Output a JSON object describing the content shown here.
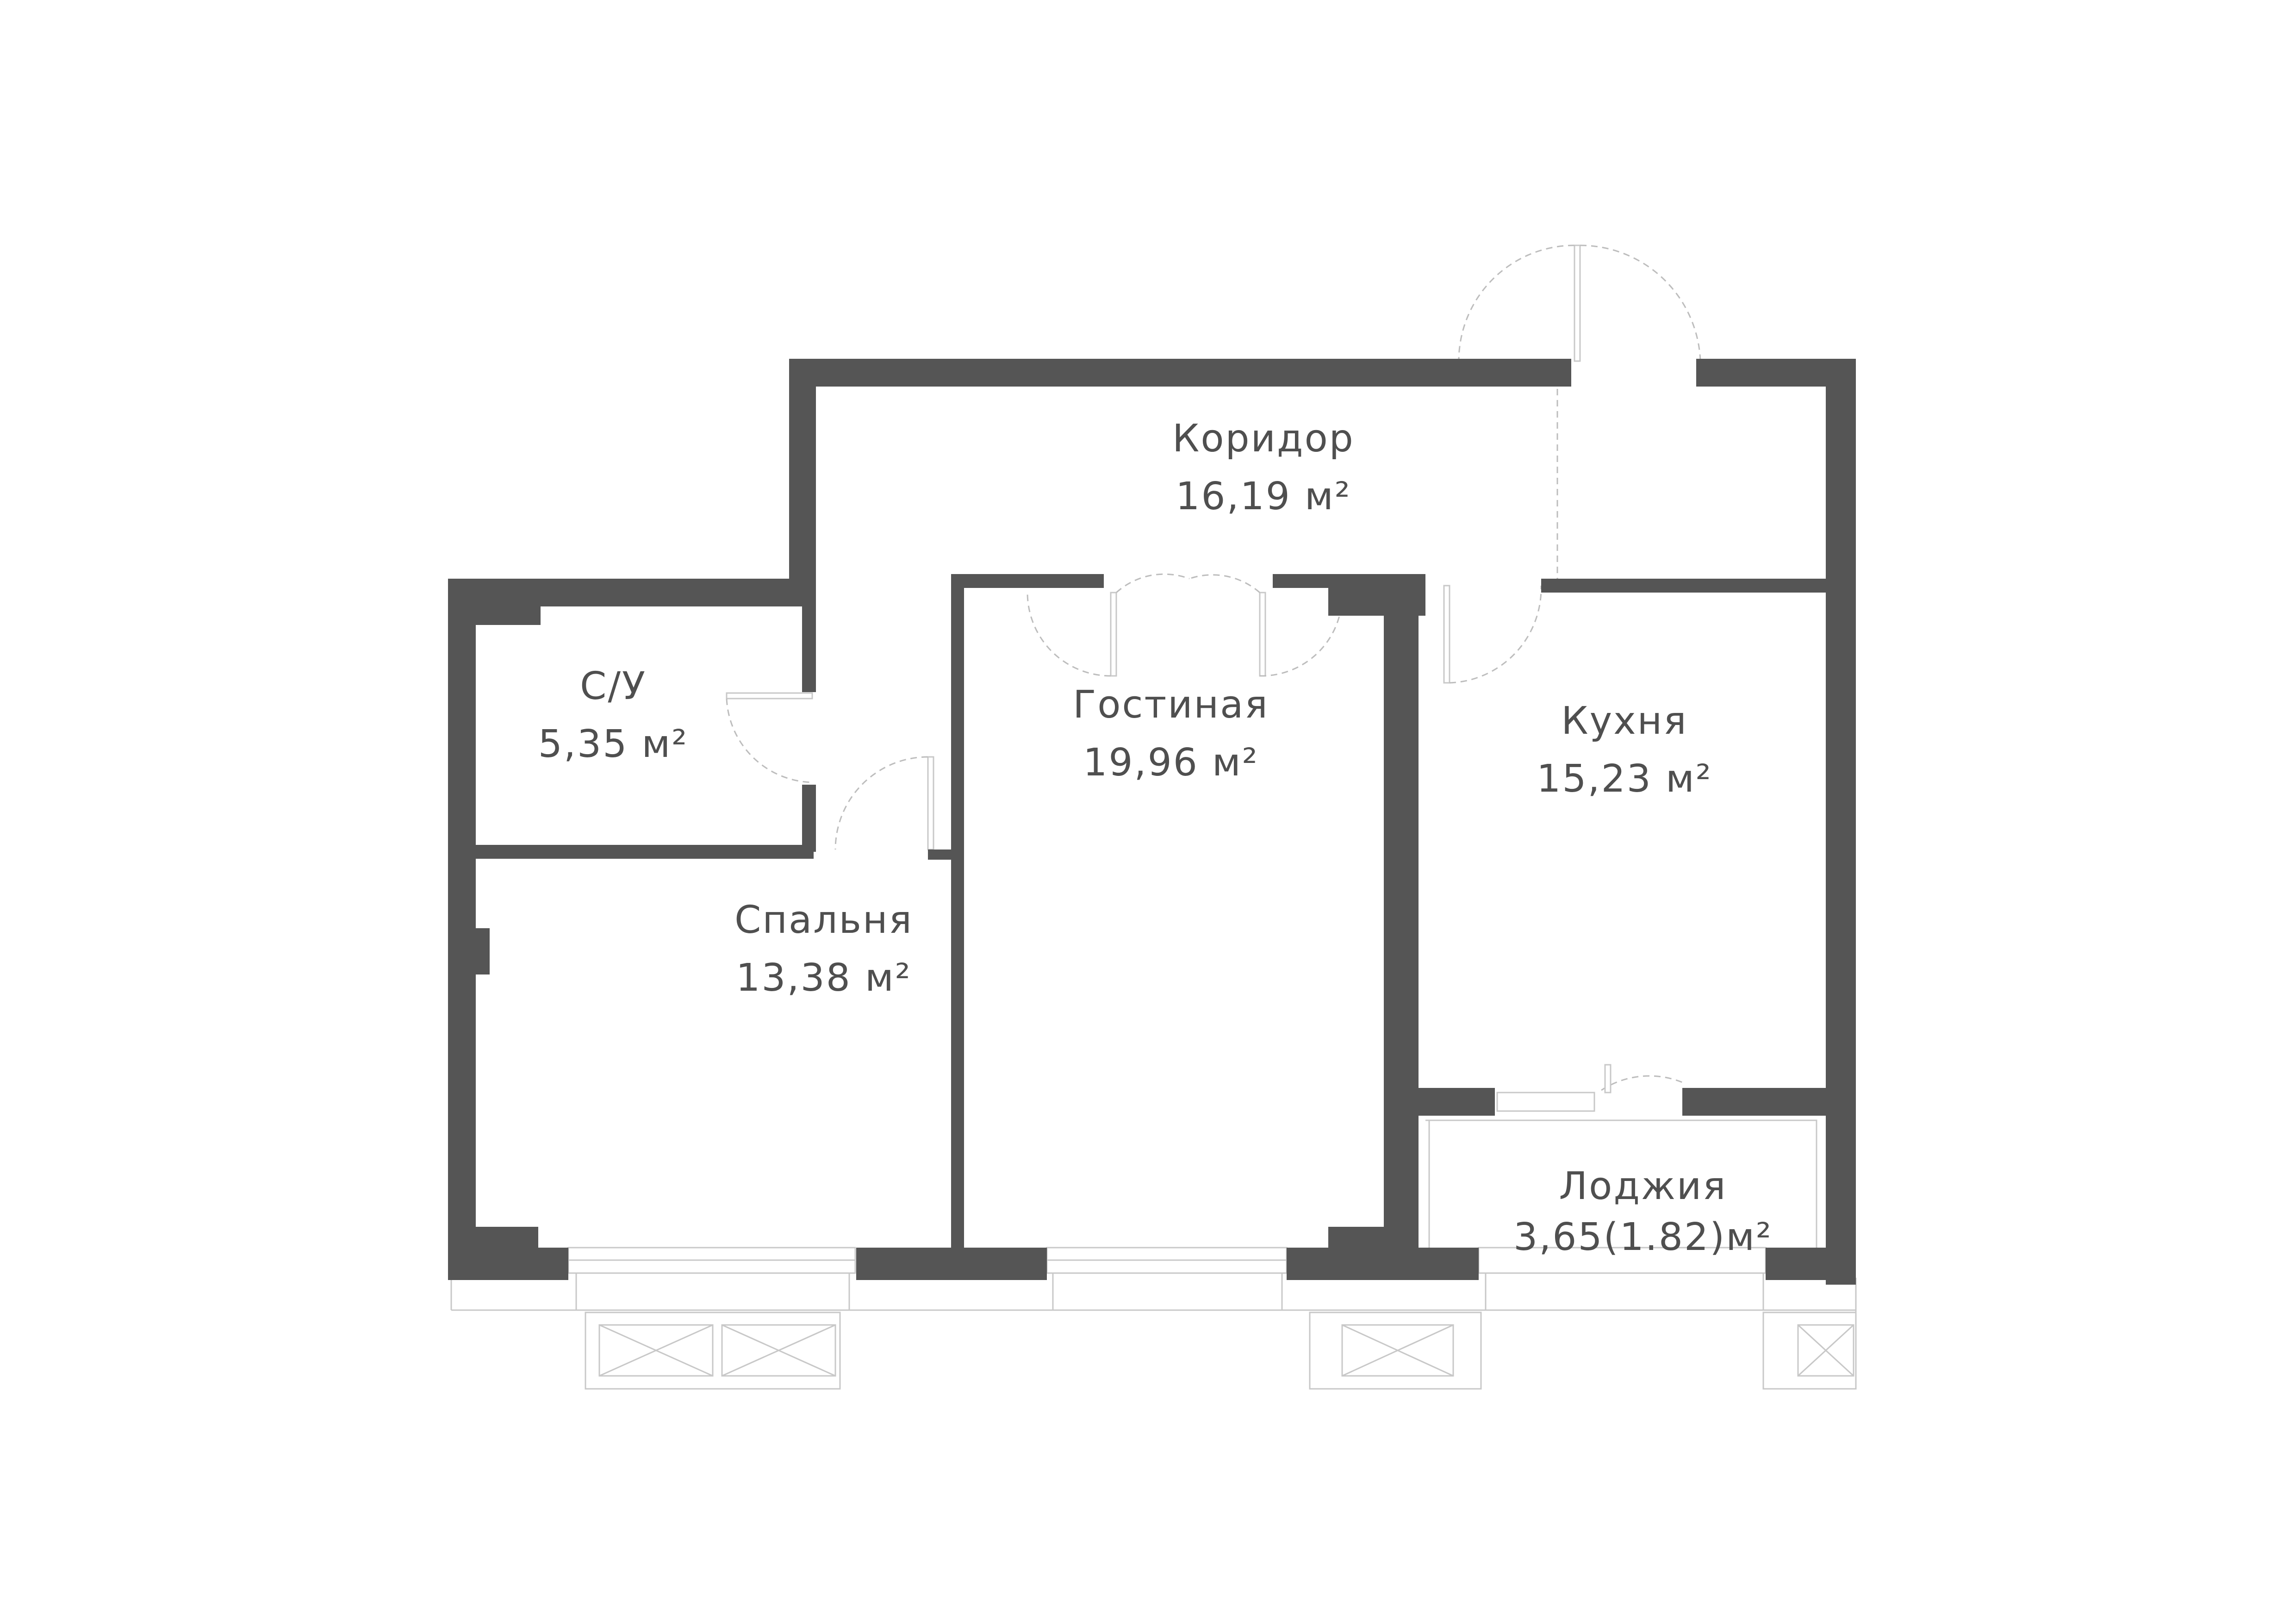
{
  "rooms": [
    {
      "id": "corridor",
      "name": "Коридор",
      "area": "16,19 м²"
    },
    {
      "id": "bathroom",
      "name": "С/У",
      "area": "5,35 м²"
    },
    {
      "id": "living-room",
      "name": "Гостиная",
      "area": "19,96 м²"
    },
    {
      "id": "kitchen",
      "name": "Кухня",
      "area": "15,23 м²"
    },
    {
      "id": "bedroom",
      "name": "Спальня",
      "area": "13,38 м²"
    },
    {
      "id": "loggia",
      "name": "Лоджия",
      "area": "3,65(1.82)м²"
    }
  ],
  "colors": {
    "wall": "#555555",
    "text": "#4f4f4f",
    "thin_line": "#c8c8c8",
    "background": "#ffffff"
  }
}
